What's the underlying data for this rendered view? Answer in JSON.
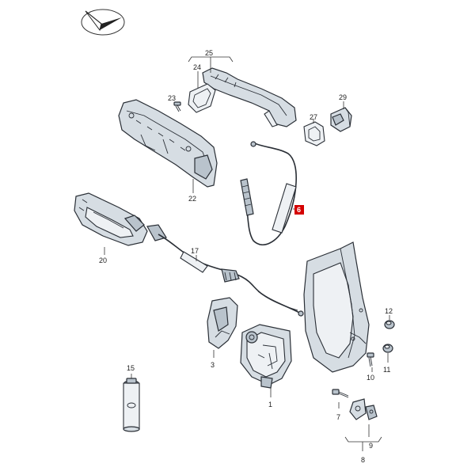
{
  "callouts": {
    "c1": "1",
    "c3": "3",
    "c6": "6",
    "c7": "7",
    "c8": "8",
    "c9": "9",
    "c10": "10",
    "c11": "11",
    "c12": "12",
    "c15": "15",
    "c17": "17",
    "c20": "20",
    "c22": "22",
    "c23": "23",
    "c24": "24",
    "c25": "25",
    "c27": "27",
    "c29": "29"
  },
  "highlight_color": "#d40000",
  "icons": [
    "orientation-arrow-icon"
  ]
}
